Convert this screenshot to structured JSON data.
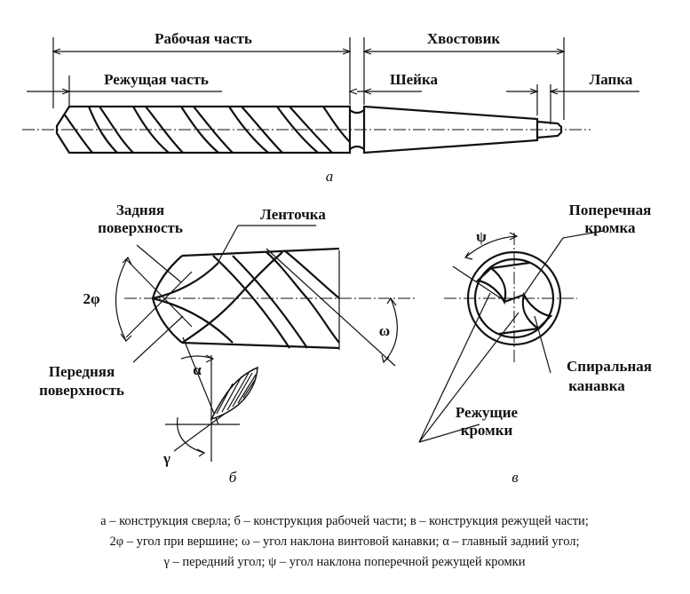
{
  "panel_a": {
    "working_part": "Рабочая часть",
    "shank": "Хвостовик",
    "cutting_part": "Режущая часть",
    "neck": "Шейка",
    "tang": "Лапка",
    "letter": "а"
  },
  "panel_b": {
    "flank_1": "Задняя",
    "flank_2": "поверхность",
    "margin": "Ленточка",
    "two_phi": "2φ",
    "omega": "ω",
    "alpha": "α",
    "gamma": "γ",
    "rake_1": "Передняя",
    "rake_2": "поверхность",
    "letter": "б"
  },
  "panel_c": {
    "psi": "ψ",
    "chisel_1": "Поперечная",
    "chisel_2": "кромка",
    "flute_1": "Спиральная",
    "flute_2": "канавка",
    "lips_1": "Режущие",
    "lips_2": "кромки",
    "letter": "в"
  },
  "caption": {
    "line1": "а – конструкция сверла; б – конструкция рабочей части; в – конструкция режущей части;",
    "line2": "2φ – угол при вершине; ω – угол наклона винтовой канавки; α – главный задний угол;",
    "line3": "γ – передний угол; ψ – угол наклона поперечной режущей кромки"
  }
}
